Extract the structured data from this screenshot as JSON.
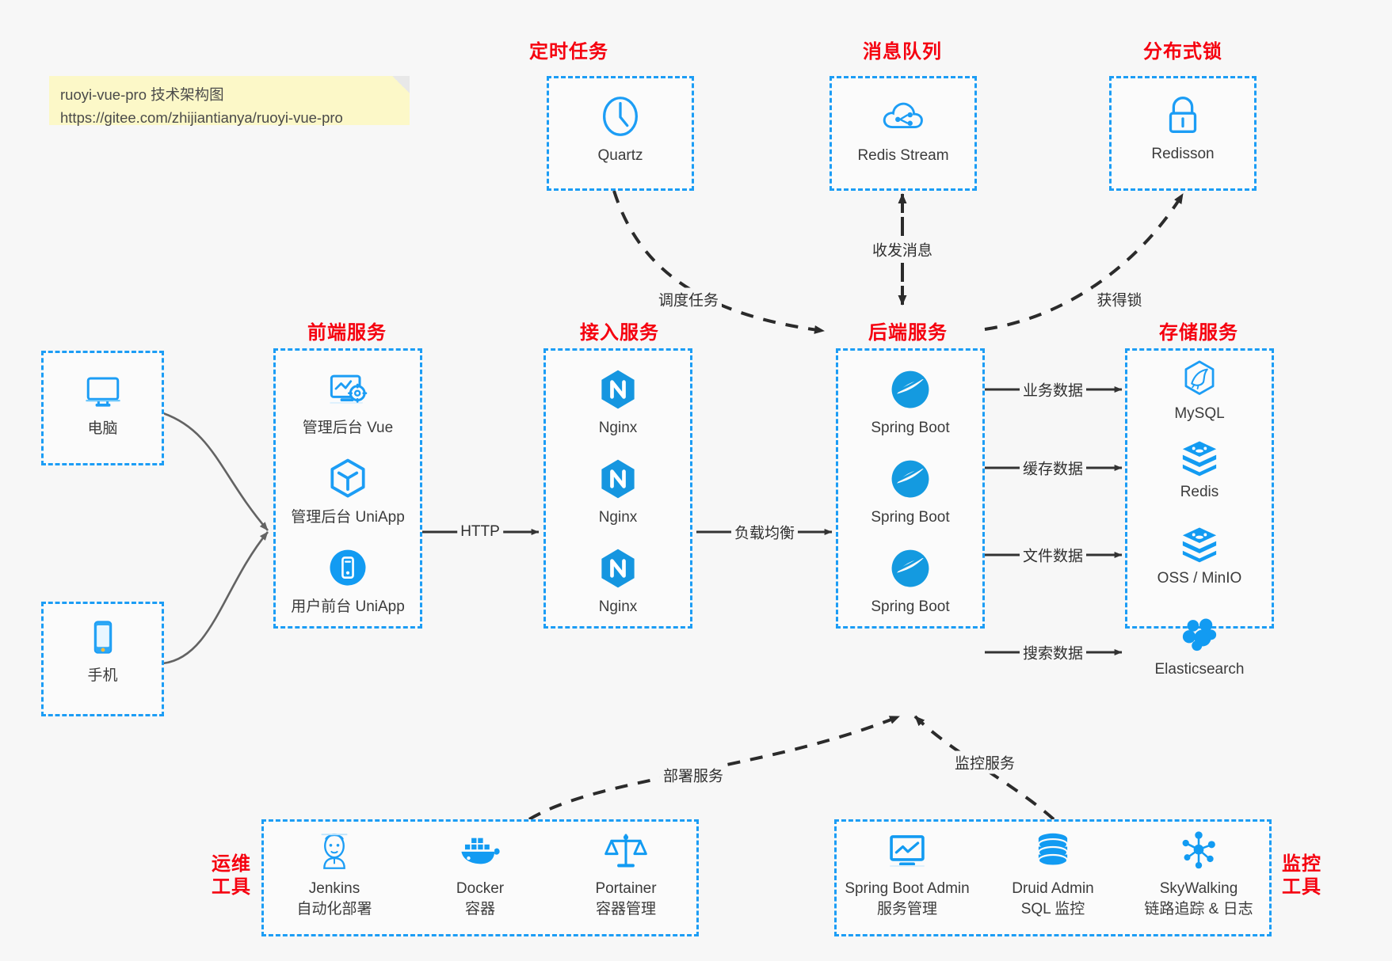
{
  "note": {
    "title": "ruoyi-vue-pro 技术架构图",
    "url": "https://gitee.com/zhijiantianya/ruoyi-vue-pro"
  },
  "colors": {
    "box_border": "#1c9df5",
    "caption": "#f5000f",
    "icon": "#1c9df5",
    "arrow": "#333333",
    "background": "#f7f7f7",
    "note_background": "#fcf8c8"
  },
  "sections": {
    "scheduled_task": {
      "caption": "定时任务"
    },
    "message_queue": {
      "caption": "消息队列"
    },
    "distributed_lock": {
      "caption": "分布式锁"
    },
    "frontend": {
      "caption": "前端服务"
    },
    "gateway": {
      "caption": "接入服务"
    },
    "backend": {
      "caption": "后端服务"
    },
    "storage": {
      "caption": "存储服务"
    },
    "devops": {
      "caption_line1": "运维",
      "caption_line2": "工具"
    },
    "monitor": {
      "caption_line1": "监控",
      "caption_line2": "工具"
    }
  },
  "clients": [
    {
      "label": "电脑",
      "icon": "desktop-monitor-icon"
    },
    {
      "label": "手机",
      "icon": "mobile-phone-icon"
    }
  ],
  "scheduled_task_nodes": [
    {
      "label": "Quartz",
      "icon": "clock-icon"
    }
  ],
  "message_queue_nodes": [
    {
      "label": "Redis Stream",
      "icon": "cloud-stream-icon"
    }
  ],
  "distributed_lock_nodes": [
    {
      "label": "Redisson",
      "icon": "lock-icon"
    }
  ],
  "frontend_nodes": [
    {
      "label": "管理后台 Vue",
      "icon": "admin-dashboard-icon"
    },
    {
      "label": "管理后台 UniApp",
      "icon": "uniapp-cube-icon"
    },
    {
      "label": "用户前台 UniApp",
      "icon": "mobile-app-circle-icon"
    }
  ],
  "gateway_nodes": [
    {
      "label": "Nginx",
      "icon": "nginx-icon"
    },
    {
      "label": "Nginx",
      "icon": "nginx-icon"
    },
    {
      "label": "Nginx",
      "icon": "nginx-icon"
    }
  ],
  "backend_nodes": [
    {
      "label": "Spring Boot",
      "icon": "spring-boot-leaf-icon"
    },
    {
      "label": "Spring Boot",
      "icon": "spring-boot-leaf-icon"
    },
    {
      "label": "Spring Boot",
      "icon": "spring-boot-leaf-icon"
    }
  ],
  "storage_nodes": [
    {
      "label": "MySQL",
      "icon": "mysql-dolphin-icon"
    },
    {
      "label": "Redis",
      "icon": "redis-stack-icon"
    },
    {
      "label": "OSS / MinIO",
      "icon": "object-storage-stack-icon"
    },
    {
      "label": "Elasticsearch",
      "icon": "elasticsearch-icon"
    }
  ],
  "devops_nodes": [
    {
      "label": "Jenkins",
      "sublabel": "自动化部署",
      "icon": "jenkins-butler-icon"
    },
    {
      "label": "Docker",
      "sublabel": "容器",
      "icon": "docker-whale-icon"
    },
    {
      "label": "Portainer",
      "sublabel": "容器管理",
      "icon": "portainer-scales-icon"
    }
  ],
  "monitor_nodes": [
    {
      "label": "Spring Boot Admin",
      "sublabel": "服务管理",
      "icon": "monitor-chart-icon"
    },
    {
      "label": "Druid Admin",
      "sublabel": "SQL 监控",
      "icon": "database-cylinder-icon"
    },
    {
      "label": "SkyWalking",
      "sublabel": "链路追踪 & 日志",
      "icon": "skywalking-node-icon"
    }
  ],
  "edge_labels": {
    "http": "HTTP",
    "load_balance": "负载均衡",
    "schedule_task": "调度任务",
    "send_receive_message": "收发消息",
    "acquire_lock": "获得锁",
    "business_data": "业务数据",
    "cache_data": "缓存数据",
    "file_data": "文件数据",
    "search_data": "搜索数据",
    "deploy_service": "部署服务",
    "monitor_service": "监控服务"
  }
}
